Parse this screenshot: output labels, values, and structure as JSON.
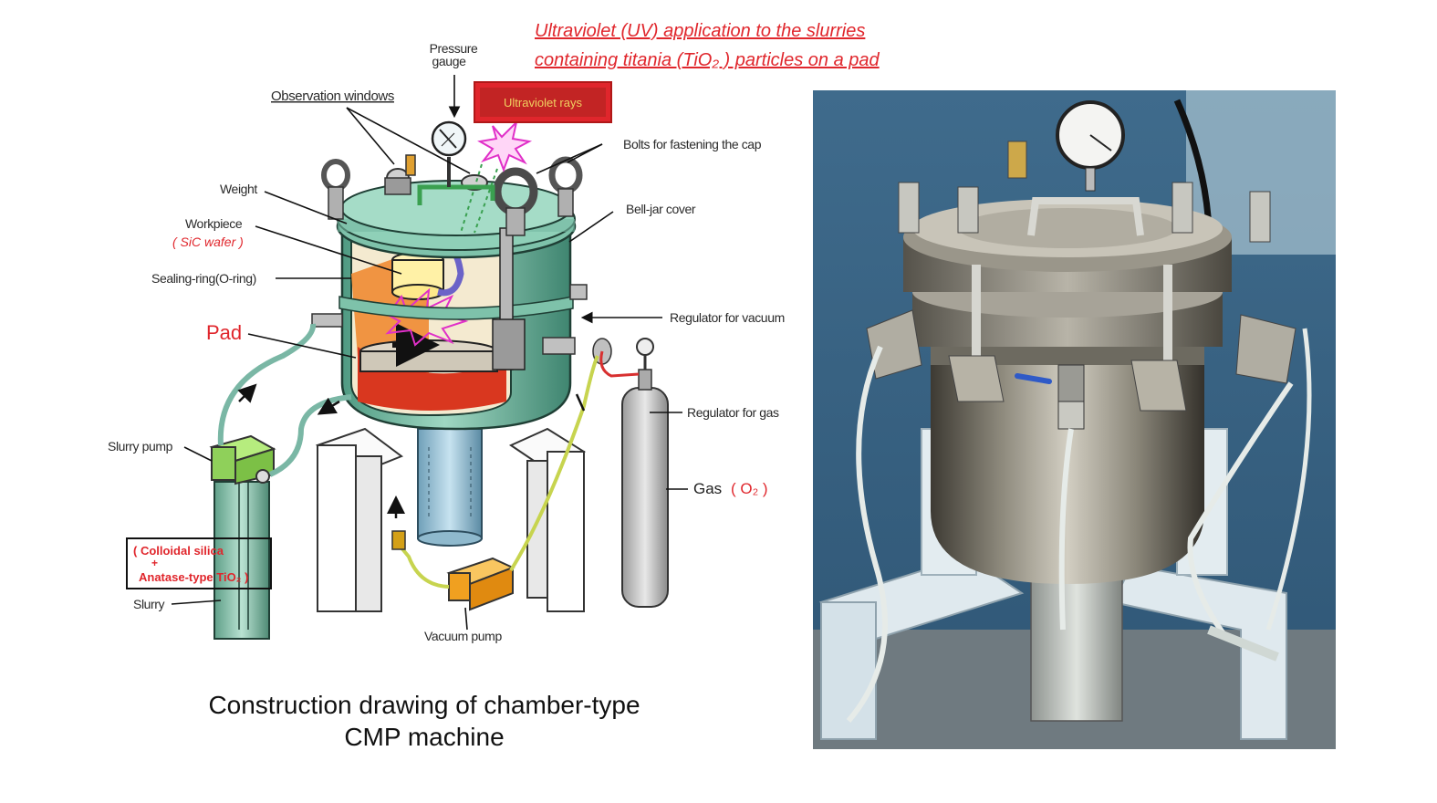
{
  "headline": {
    "line1": "Ultraviolet (UV) application to the slurries",
    "line2": "containing titania (TiO₂ ) particles on a pad"
  },
  "labels": {
    "pressure_gauge_1": "Pressure",
    "pressure_gauge_2": "gauge",
    "observation_windows": "Observation windows",
    "ultraviolet_rays": "Ultraviolet rays",
    "bolts": "Bolts for fastening the cap",
    "weight": "Weight",
    "workpiece": "Workpiece",
    "workpiece_sub": "( SiC wafer )",
    "bell_jar_cover": "Bell-jar cover",
    "sealing_ring": "Sealing-ring(O-ring)",
    "regulator_vacuum": "Regulator for vacuum",
    "pad": "Pad",
    "regulator_gas": "Regulator for gas",
    "slurry_pump": "Slurry pump",
    "gas": "Gas",
    "gas_formula": "( O₂ )",
    "slurry_box_line1": "( Colloidal silica",
    "slurry_box_line2": "+",
    "slurry_box_line3": "Anatase-type TiO₂ )",
    "slurry": "Slurry",
    "vacuum_pump": "Vacuum pump"
  },
  "caption": {
    "line1": "Construction drawing of chamber-type",
    "line2": "CMP machine"
  },
  "colors": {
    "accent_red": "#e0262c",
    "chamber_green": "#6fb39a",
    "pump_green": "#8fd05a",
    "vacuum_orange": "#f0a020",
    "photo_bg": "#3d6a8c",
    "steel": "#8a8a82"
  }
}
